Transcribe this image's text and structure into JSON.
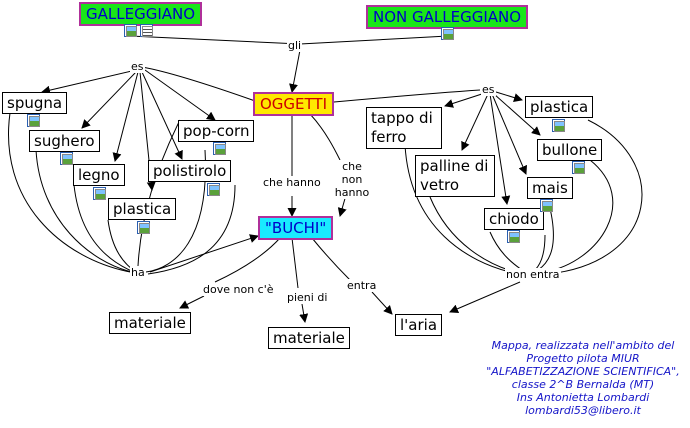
{
  "concepts": {
    "galleggiano": "GALLEGGIANO",
    "non_galleggiano": "NON GALLEGGIANO",
    "oggetti": "OGGETTI",
    "buchi": "\"BUCHI\"",
    "spugna": "spugna",
    "sughero": "sughero",
    "legno": "legno",
    "plastica_left": "plastica",
    "pop_corn": "pop-corn",
    "polistirolo": "polistirolo",
    "tappo_di_ferro": "tappo di ferro",
    "palline_di_vetro": "palline di vetro",
    "chiodo": "chiodo",
    "plastica_right": "plastica",
    "bullone": "bullone",
    "mais": "mais",
    "materiale_1": "materiale",
    "materiale_2": "materiale",
    "aria": "l'aria"
  },
  "links": {
    "gli": "gli",
    "es_left": "es",
    "es_right": "es",
    "che_hanno": "che hanno",
    "che_non_hanno": "che non hanno",
    "ha": "ha",
    "non_entra": "non entra",
    "dove_non_ce": "dove non c'è",
    "pieni_di": "pieni di",
    "entra": "entra"
  },
  "icons": {
    "image": "image-resource-icon",
    "document": "document-resource-icon"
  },
  "credit": {
    "line1": "Mappa, realizzata nell'ambito del",
    "line2": "Progetto pilota MIUR",
    "line3": "\"ALFABETIZZAZIONE SCIENTIFICA\",",
    "line4": "classe 2^B Bernalda (MT)",
    "line5": "Ins Antonietta Lombardi",
    "line6": "lombardi53@libero.it"
  },
  "colors": {
    "green_node": "#19e619",
    "yellow_node": "#ffe800",
    "cyan_node": "#19eaff",
    "node_border": "#b0309a",
    "credit_text": "#1515c8"
  }
}
